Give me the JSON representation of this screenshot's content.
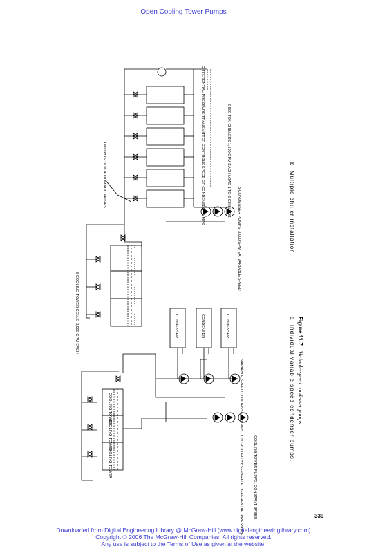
{
  "header": {
    "title": "Open Cooling Tower Pumps"
  },
  "figure": {
    "number": "Figure 11.7",
    "title": "Variable-speed condenser pumps.",
    "part_a": {
      "caption": "a.  Individual variable speed condenser pumps.",
      "tower_label": "COOLING TOWER",
      "condenser_label": "CONDENSER",
      "variable_pumps_note": "VARIABLE SPEED CONDENSER PUMPS CONTROLLED BY SEPARATE DIFFERENTIAL PRESSURE",
      "constant_pumps_note": "COOLING TOWER PUMPS, CONSTANT SPEED"
    },
    "part_b": {
      "caption": "b.  Multiple chiller installation.",
      "tower_cells_note": "3-COOLING TOWER CELLS, 3,000 GPM EACH",
      "valves_note": "TWO POSITION AUTOMATIC VALVES",
      "pumps_note": "3-CONDENSER PUMPS, 3,000 GPM EA. VARIABLE SPEED",
      "chillers_note": "6-500 TON CHILLERS 1,500 GPM EACH LOAD 1 TO 6 CHILLERS",
      "dp_note": "DIFFERENTIAL PRESSURE TRANSMITTER CONTROLS SPEED OF CONDENSER PUMPS"
    }
  },
  "page_number": "339",
  "footer": {
    "line1": "Downloaded from Digital Engineering Library @ McGraw-Hill (www.digitalengineeringlibrary.com)",
    "line2": "Copyright © 2006 The McGraw-Hill Companies. All rights reserved.",
    "line3": "Any use is subject to the Terms of Use as given at the website."
  }
}
